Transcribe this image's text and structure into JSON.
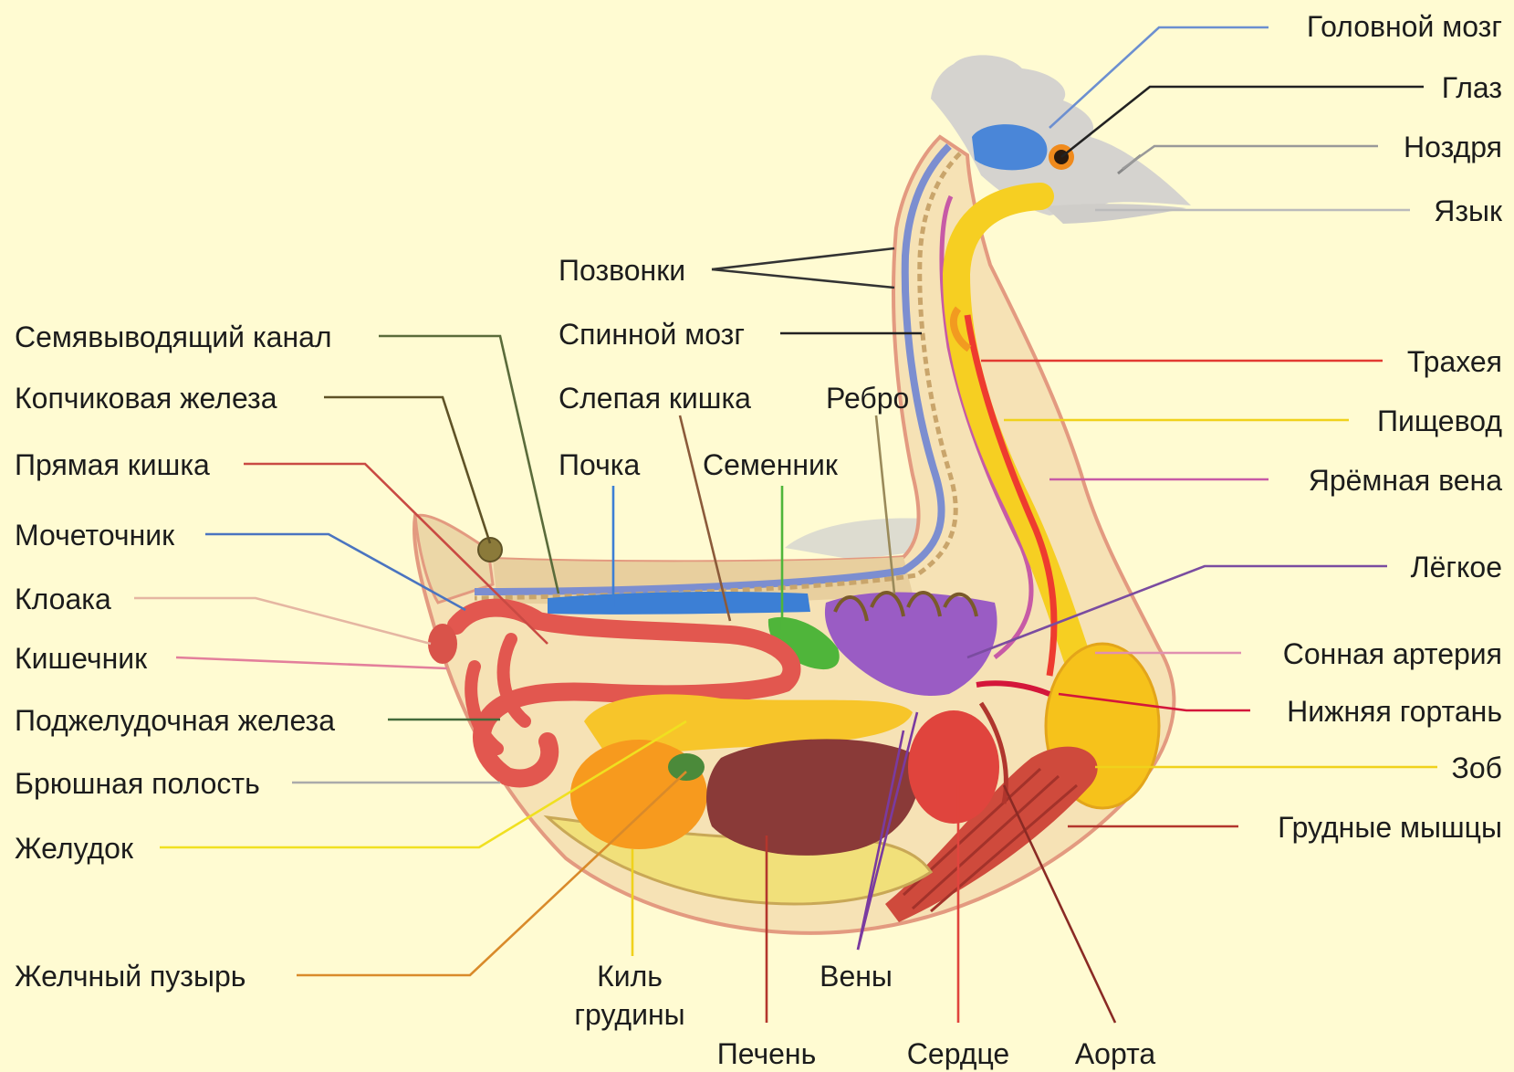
{
  "labels": {
    "brain": "Головной мозг",
    "eye": "Глаз",
    "nostril": "Ноздря",
    "tongue": "Язык",
    "vertebrae": "Позвонки",
    "spinal_cord": "Спинной мозг",
    "vas_deferens": "Семявыводящий канал",
    "coccygeal_gland": "Копчиковая железа",
    "rectum": "Прямая кишка",
    "ureter": "Мочеточник",
    "cloaca": "Клоака",
    "intestine": "Кишечник",
    "pancreas": "Поджелудочная железа",
    "abdominal_cavity": "Брюшная полость",
    "stomach": "Желудок",
    "gallbladder": "Желчный пузырь",
    "caecum": "Слепая кишка",
    "rib": "Ребро",
    "kidney": "Почка",
    "testis": "Семенник",
    "trachea": "Трахея",
    "esophagus": "Пищевод",
    "jugular_vein": "Ярёмная вена",
    "lung": "Лёгкое",
    "carotid_artery": "Сонная артерия",
    "syrinx": "Нижняя гортань",
    "crop": "Зоб",
    "pectoral_muscles": "Грудные мышцы",
    "keel_line1": "Киль",
    "keel_line2": "грудины",
    "veins": "Вены",
    "liver": "Печень",
    "heart": "Сердце",
    "aorta": "Аорта"
  },
  "colors": {
    "background": "#fffbd2",
    "body_fill": "#f6e2b5",
    "body_outline": "#e39a80",
    "brain": "#4a86d8",
    "esophagus": "#f6cf22",
    "trachea": "#ee3b2f",
    "jugular_vein": "#c75aa6",
    "lung": "#9a5cc4",
    "kidney": "#3c7fd5",
    "testis": "#4fb53a",
    "liver": "#8a3a38",
    "heart": "#e0443d",
    "stomach": "#f79a1e",
    "intestine": "#e2574f",
    "crop": "#f6c21b",
    "muscle": "#cf4a3c"
  }
}
